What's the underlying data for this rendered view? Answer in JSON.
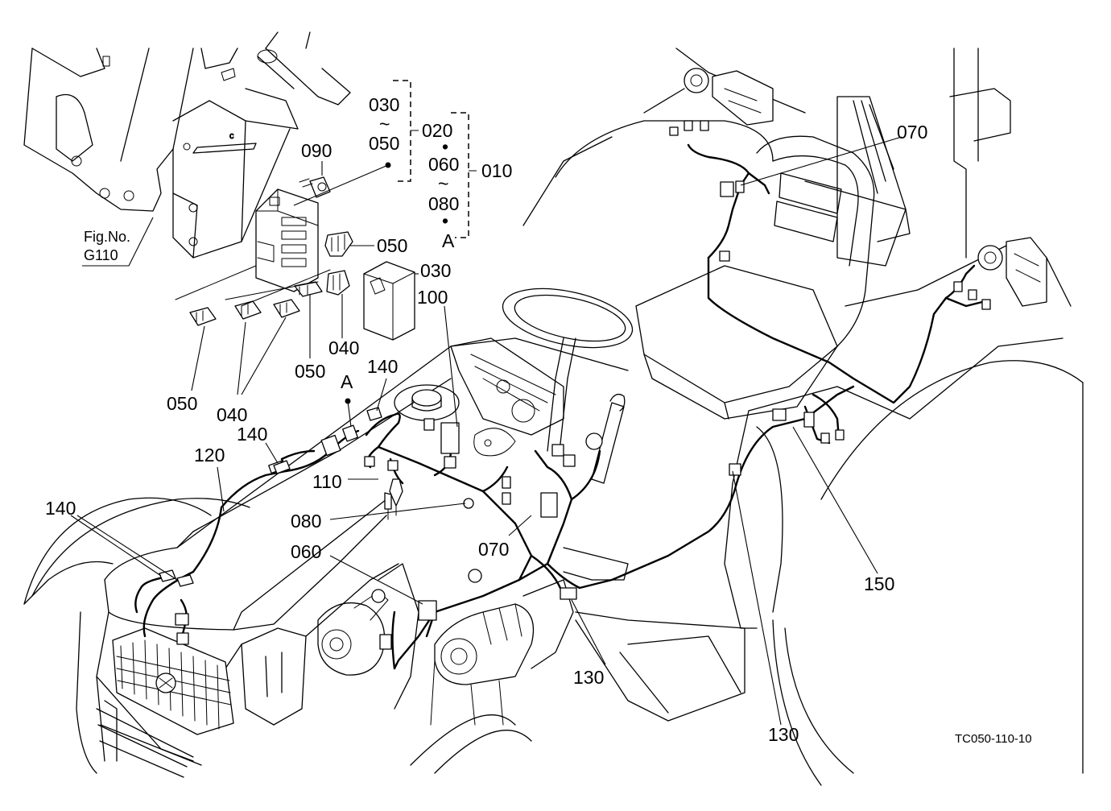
{
  "figure": {
    "code": "TC050-110-10",
    "reference_line1": "Fig.No.",
    "reference_line2": "G110"
  },
  "callouts": {
    "c090": "090",
    "c030_top": "030",
    "tilde_a": "~",
    "c050_top": "050",
    "c020": "020",
    "dot_a": "•",
    "c060_top": "060",
    "c010": "010",
    "tilde_b": "~",
    "c080_top": "080",
    "dot_b": "•",
    "a_top": "A",
    "c050_mid": "050",
    "c030_mid": "030",
    "c100": "100",
    "c040_right": "040",
    "c050_low": "050",
    "c050_left": "050",
    "c040_left": "040",
    "a_mid": "A",
    "c140_top": "140",
    "c140_mid": "140",
    "c120": "120",
    "c110": "110",
    "c140_left": "140",
    "c080_mid": "080",
    "c070_mid": "070",
    "c060_mid": "060",
    "c070_top": "070",
    "c150": "150",
    "c130_mid": "130",
    "c130_low": "130"
  }
}
